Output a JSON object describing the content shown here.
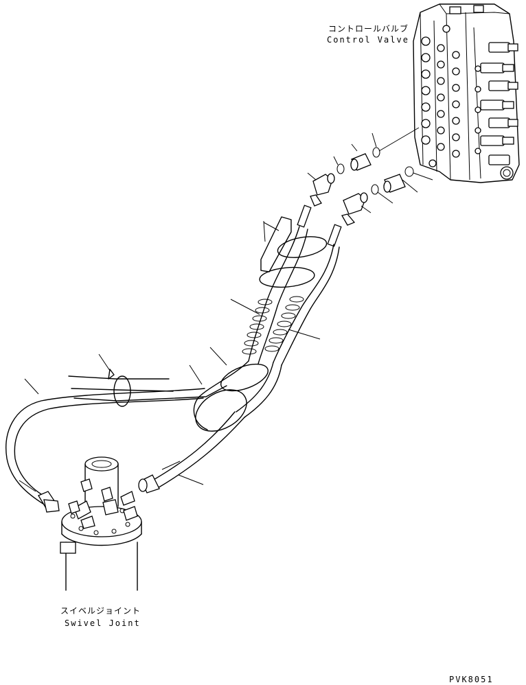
{
  "labels": {
    "control_valve_jp": "コントロールバルブ",
    "control_valve_en": "Control Valve",
    "swivel_joint_jp": "スイベルジョイント",
    "swivel_joint_en": "Swivel Joint",
    "drawing_code": "PVK8051"
  },
  "colors": {
    "line": "#000000",
    "background": "#ffffff"
  }
}
